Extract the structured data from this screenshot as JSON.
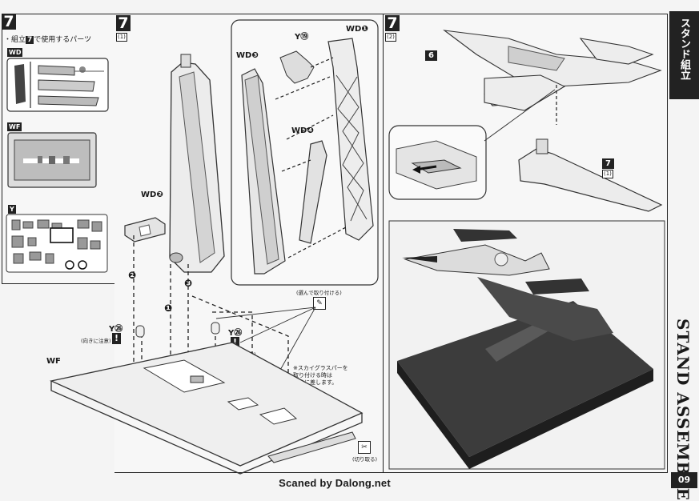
{
  "left_panel": {
    "step_number": "7",
    "heading_step": "7",
    "heading_text_pre": "・組立",
    "heading_text_post": "で使用するパーツ",
    "runners": [
      {
        "tag": "WD"
      },
      {
        "tag": "WF"
      },
      {
        "tag": "Y"
      }
    ]
  },
  "middle_panel": {
    "step_number": "7",
    "step_sub": "(1)",
    "parts": {
      "y19": "Y⑲",
      "wd1": "WD❶",
      "wd3": "WD❸",
      "wd4": "WD❹",
      "wd2": "WD❷",
      "y26_left": "Y㉖",
      "y26_right": "Y㉖",
      "wf": "WF"
    },
    "sequence": [
      "❶",
      "❷",
      "❸"
    ],
    "notes": {
      "choose_attach": "(選んで取り付ける)",
      "facing_left": "(向きに注意)",
      "facing_right": "(向きに注意)",
      "sky_grasper": "※スカイグラスパーを\n取り付ける時は\nここに差します。",
      "cut_off": "(切り取る)"
    }
  },
  "right_panel": {
    "step_number": "7",
    "step_sub": "(2)",
    "part_tag": "6",
    "stand_tag": "7",
    "stand_sub": "(1)"
  },
  "sidebar": {
    "jp_title": "スタンド組立",
    "en_title": "STAND ASSEMBLE",
    "page_number": "09"
  },
  "footer": {
    "credit": "Scaned by Dalong.net"
  }
}
